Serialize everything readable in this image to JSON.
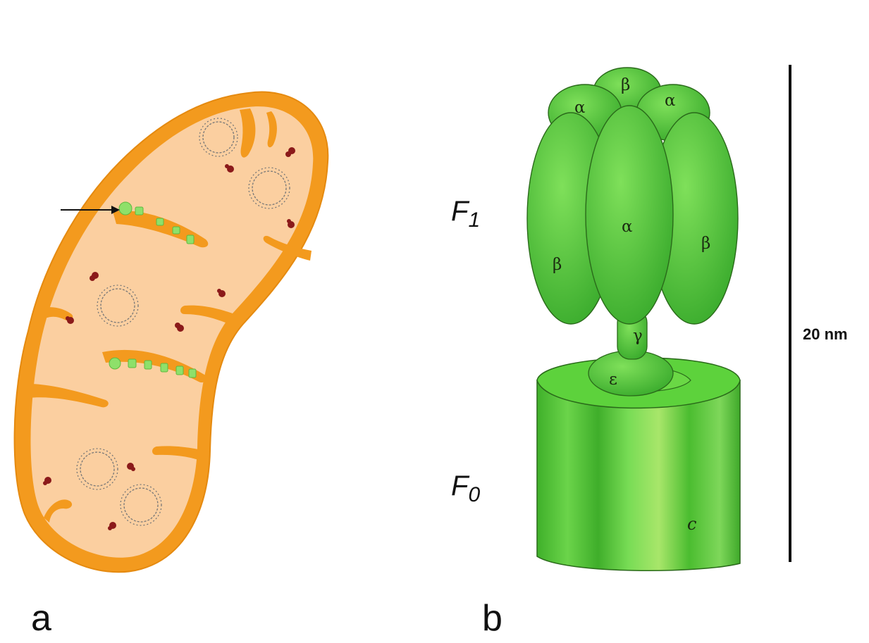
{
  "panel_labels": {
    "a": "a",
    "b": "b"
  },
  "atp_synthase": {
    "domains": {
      "f1": "F",
      "f1_sub": "1",
      "f0": "F",
      "f0_sub": "0"
    },
    "subunits": {
      "beta_top": "β",
      "alpha_top_left": "α",
      "alpha_top_right": "α",
      "alpha_center": "α",
      "beta_left": "β",
      "beta_right": "β",
      "gamma": "γ",
      "epsilon": "ε",
      "c": "c"
    }
  },
  "scale_bar": {
    "label": "20 nm"
  },
  "colors": {
    "outer_membrane": "#f39a1e",
    "matrix": "#fbcfa0",
    "atp_synthase_green": "#5fd13a",
    "granules": "#8b1a1a"
  }
}
